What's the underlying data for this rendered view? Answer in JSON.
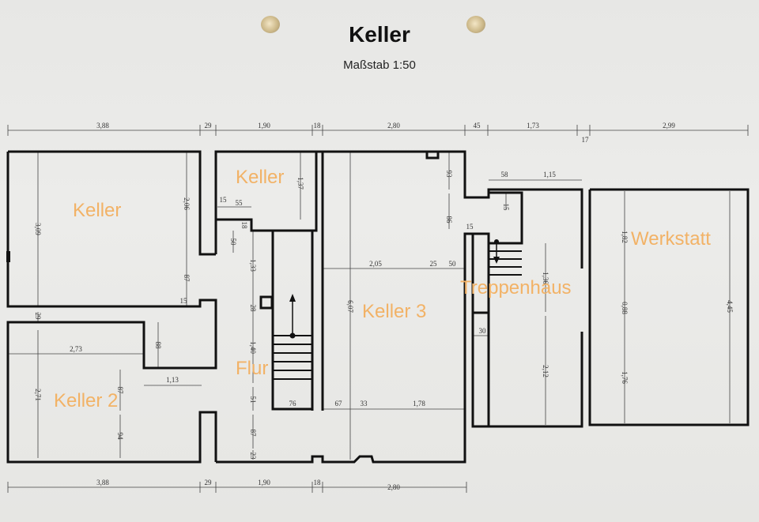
{
  "header": {
    "title": "Keller",
    "subtitle": "Maßstab 1:50"
  },
  "rooms": {
    "keller_left": "Keller",
    "keller_small": "Keller",
    "keller2": "Keller 2",
    "keller3": "Keller 3",
    "flur": "Flur",
    "treppenhaus": "Treppenhaus",
    "werkstatt": "Werkstatt"
  },
  "dims_top": [
    "3,88",
    "29",
    "1,90",
    "18",
    "2,80",
    "45",
    "1,73",
    "17",
    "2,99"
  ],
  "dims_bottom": [
    "3,88",
    "29",
    "1,90",
    "18",
    "2,80"
  ],
  "dims_inner": {
    "keller_height": "3,09",
    "keller_right_upper": "2,06",
    "keller_right_lower": "87",
    "keller_small_height": "1,37",
    "d15a": "15",
    "d55": "55",
    "d18": "18",
    "d50a": "50",
    "d15b": "15",
    "d29": "29",
    "keller2_width": "2,73",
    "d88": "88",
    "keller2_height": "2,71",
    "d113": "1,13",
    "d87b": "87",
    "d94": "94",
    "flur_133": "1,33",
    "flur_28": "28",
    "flur_140": "1,40",
    "flur_51": "51",
    "flur_87": "87",
    "flur_23": "23",
    "d76": "76",
    "d67": "67",
    "d33": "33",
    "d178": "1,78",
    "keller3_height": "6,07",
    "d205": "2,05",
    "d25": "25",
    "d50b": "50",
    "d93": "93",
    "d86": "86",
    "d15c": "15",
    "d58": "58",
    "d115": "1,15",
    "d15d": "15",
    "d30": "30",
    "d136": "1,36",
    "d212": "2,12",
    "w182": "1,82",
    "w088": "0,88",
    "w176": "1,76",
    "w445": "4,45"
  }
}
